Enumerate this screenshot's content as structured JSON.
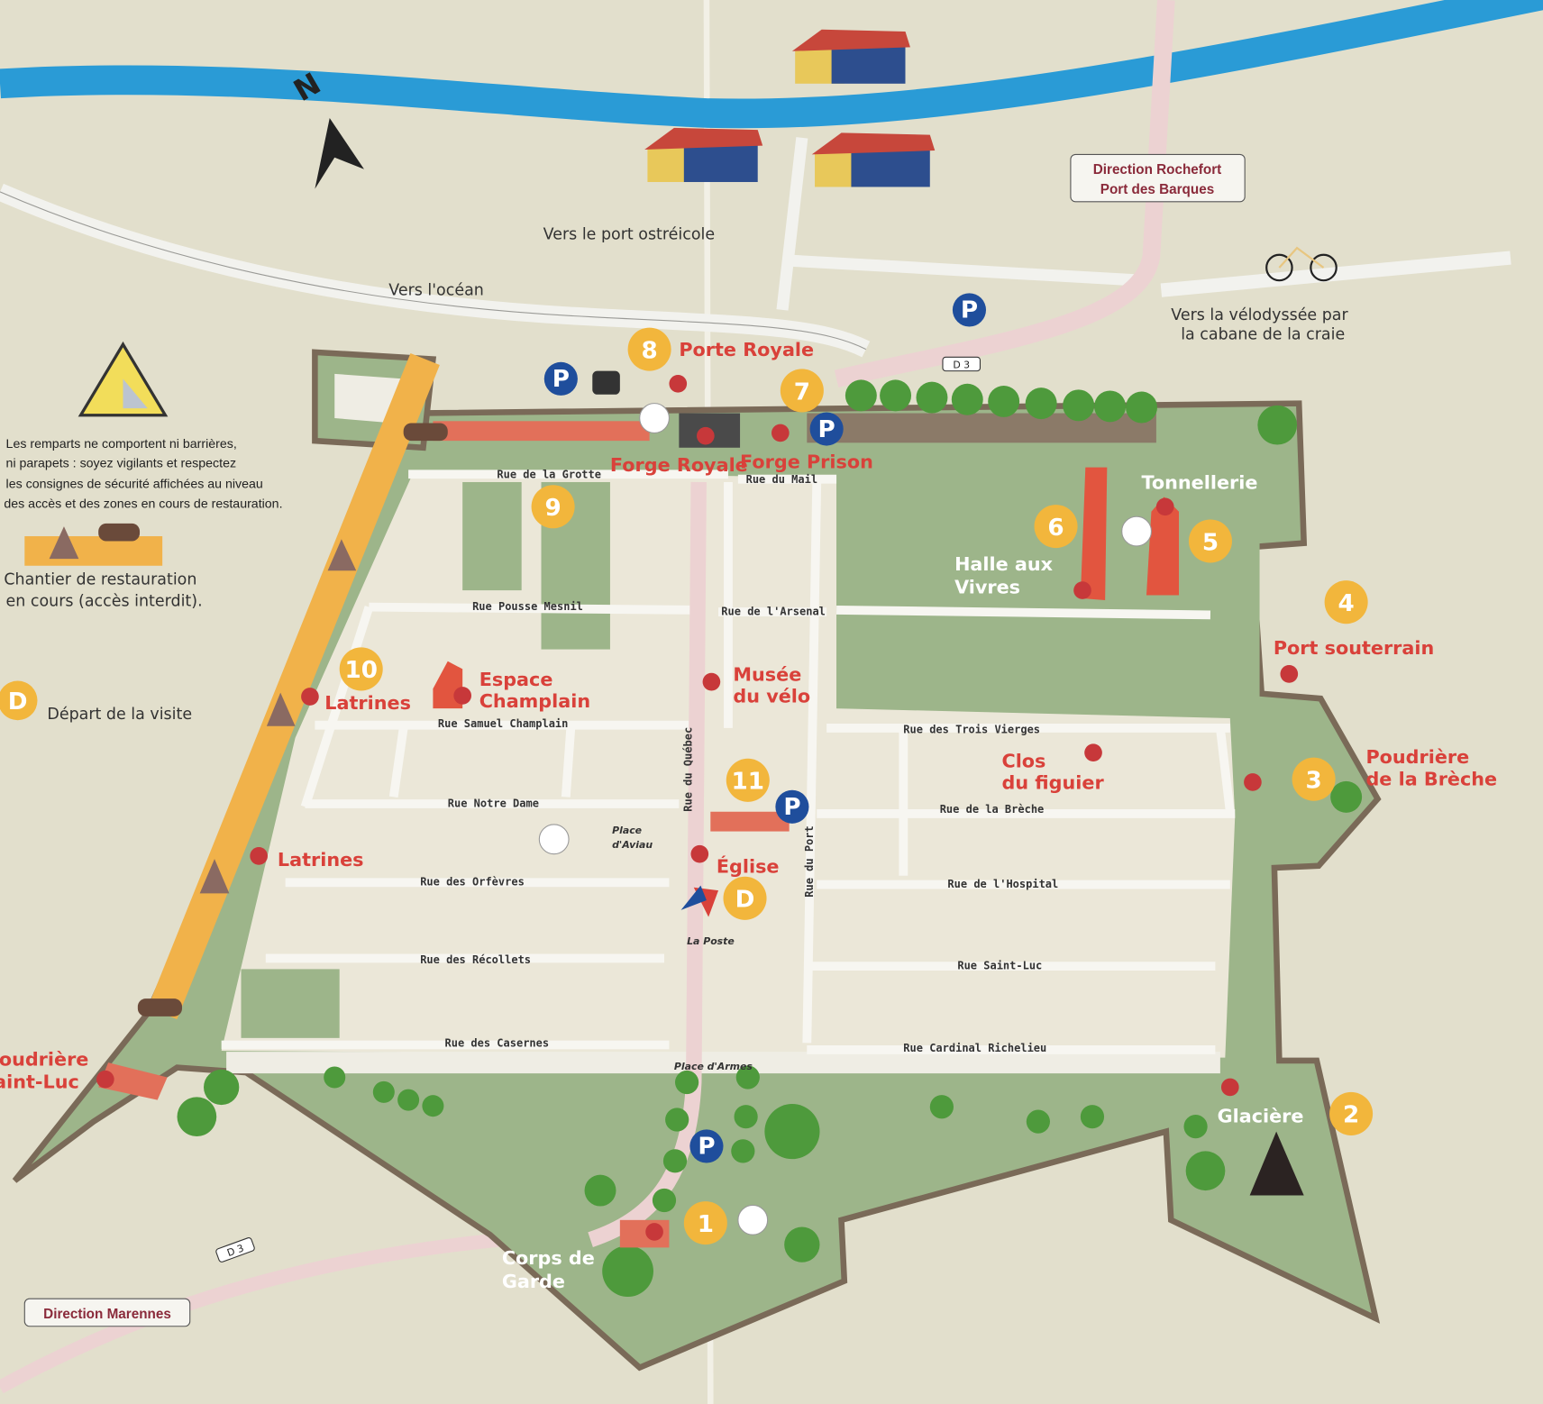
{
  "colors": {
    "river": "#2a9bd6",
    "rampart": "#f1b24a",
    "poi": "#f2b63c",
    "label": "#d9413a",
    "parking": "#1f4e9c",
    "grass": "#9db58a",
    "block": "#ebe7d8"
  },
  "compass": {
    "north": "N"
  },
  "directions": {
    "port": "Vers le port ostréicole",
    "ocean": "Vers l'océan",
    "velodyssee_1": "Vers la vélodyssée par",
    "velodyssee_2": "la cabane de la craie",
    "rochefort_1": "Direction Rochefort",
    "rochefort_2": "Port des Barques",
    "marennes": "Direction Marennes",
    "d3_a": "D 3",
    "d3_b": "D 3"
  },
  "legend": {
    "warning_1": "Les remparts ne comportent ni barrières,",
    "warning_2": "ni parapets : soyez vigilants et respectez",
    "warning_3": "les consignes de sécurité affichées au niveau",
    "warning_4": "des accès et des zones en cours de restauration.",
    "works_1": "Chantier de restauration",
    "works_2": "en cours (accès interdit).",
    "start_badge": "D",
    "start_label": "Départ de la visite"
  },
  "streets": {
    "grotte": "Rue de la Grotte",
    "mail": "Rue du Mail",
    "pousse": "Rue Pousse Mesnil",
    "arsenal": "Rue de l'Arsenal",
    "champlain": "Rue Samuel Champlain",
    "vierges": "Rue des Trois Vierges",
    "notredame": "Rue Notre Dame",
    "breche": "Rue de la Brèche",
    "orfevres": "Rue des Orfèvres",
    "hospital": "Rue de l'Hospital",
    "recollets": "Rue des Récollets",
    "saintluc": "Rue Saint-Luc",
    "casernes": "Rue des Casernes",
    "richelieu": "Rue Cardinal Richelieu",
    "quebec": "Rue du Québec",
    "port": "Rue du Port"
  },
  "places": {
    "aviau_1": "Place",
    "aviau_2": "d'Aviau",
    "poste": "La Poste",
    "armes": "Place d'Armes"
  },
  "pois": {
    "p1": {
      "num": "1",
      "l1": "Corps de",
      "l2": "Garde"
    },
    "p2": {
      "num": "2",
      "l1": "Glacière"
    },
    "p3": {
      "num": "3",
      "l1": "Poudrière",
      "l2": "de la Brèche"
    },
    "p4": {
      "num": "4",
      "l1": "Port souterrain"
    },
    "p5": {
      "num": "5",
      "l1": "Tonnellerie"
    },
    "p6": {
      "num": "6",
      "l1": "Halle aux",
      "l2": "Vivres"
    },
    "p7": {
      "num": "7",
      "l1": "Forge Prison"
    },
    "p8": {
      "num": "8",
      "l1": "Porte Royale",
      "l2": "Forge Royale"
    },
    "p9": {
      "num": "9"
    },
    "p10": {
      "num": "10",
      "l1": "Latrines"
    },
    "p11": {
      "num": "11",
      "l1": "Église"
    },
    "start": {
      "num": "D"
    },
    "espace_1": "Espace",
    "espace_2": "Champlain",
    "musee_1": "Musée",
    "musee_2": "du vélo",
    "clos_1": "Clos",
    "clos_2": "du figuier",
    "latrines2": "Latrines",
    "stluc_1": "Poudrière",
    "stluc_2": "Saint-Luc"
  },
  "icons": {
    "parking": "P"
  }
}
